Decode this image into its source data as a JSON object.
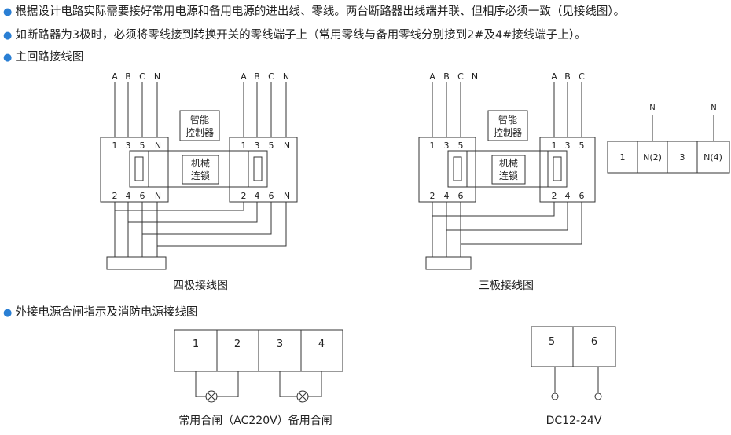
{
  "notes": [
    "根据设计电路实际需要接好常用电源和备用电源的进出线、零线。两台断路器出线端并联、但相序必须一致（见接线图）。",
    "如断路器为3极时，必须将零线接到转换开关的零线端子上（常用零线与备用零线分别接到2#及4#接线端子上）。",
    "主回路接线图",
    "外接电源合闸指示及消防电源接线图"
  ],
  "four_pole": {
    "caption": "四极接线图",
    "phase_labels": [
      "A",
      "B",
      "C",
      "N"
    ],
    "top_terminals": [
      "1",
      "3",
      "5",
      "N"
    ],
    "bottom_terminals": [
      "2",
      "4",
      "6",
      "N"
    ],
    "controller_label": [
      "智能",
      "控制器"
    ],
    "interlock_label": [
      "机械",
      "连锁"
    ]
  },
  "three_pole": {
    "caption": "三极接线图",
    "left_phase_labels": [
      "A",
      "B",
      "C",
      "N"
    ],
    "right_phase_labels": [
      "A",
      "B",
      "C"
    ],
    "top_terminals": [
      "1",
      "3",
      "5"
    ],
    "bottom_terminals": [
      "2",
      "4",
      "6"
    ],
    "controller_label": [
      "智能",
      "控制器"
    ],
    "interlock_label": [
      "机械",
      "连锁"
    ],
    "neutral_block": [
      "1",
      "N(2)",
      "3",
      "N(4)"
    ],
    "neutral_labels": [
      "N",
      "N"
    ]
  },
  "indicator": {
    "terminals": [
      "1",
      "2",
      "3",
      "4"
    ],
    "caption": "常用合闸（AC220V）备用合闸"
  },
  "fire_power": {
    "terminals": [
      "5",
      "6"
    ],
    "caption": "DC12-24V"
  }
}
